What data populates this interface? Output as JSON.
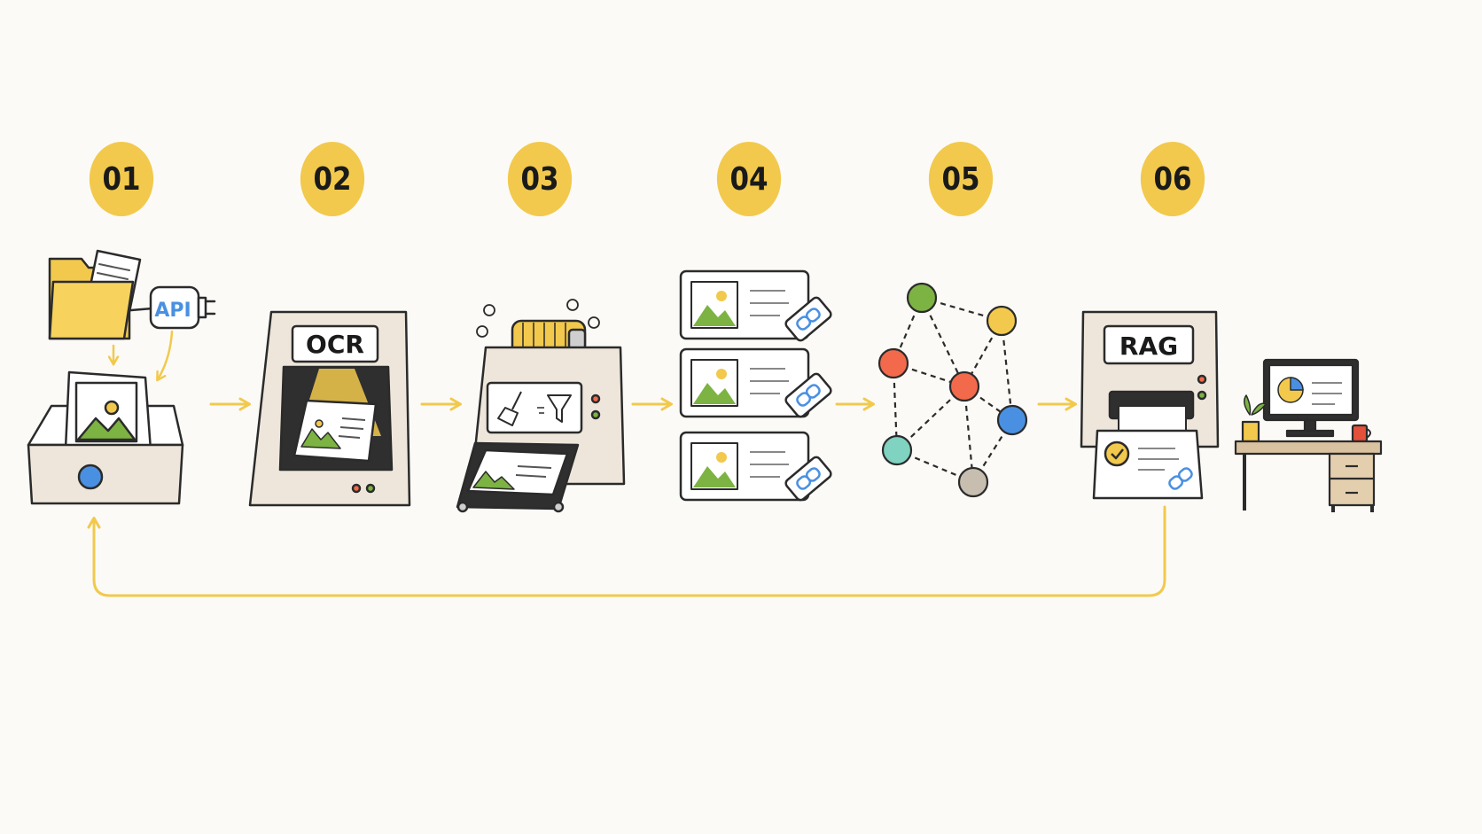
{
  "colors": {
    "accent": "#f2c94c",
    "machine": "#eee6da",
    "ink": "#2b2b2b",
    "blue": "#4a90e2",
    "green": "#7cb342",
    "red": "#f26a4b",
    "teal": "#7fd3c0",
    "gray": "#c8beb0",
    "mug": "#e4513b"
  },
  "steps": [
    {
      "number": "01",
      "icon": "folder-api-inbox-icon"
    },
    {
      "number": "02",
      "icon": "ocr-scanner-icon",
      "label": "OCR"
    },
    {
      "number": "03",
      "icon": "cleaning-machine-icon"
    },
    {
      "number": "04",
      "icon": "linked-chunk-cards-icon"
    },
    {
      "number": "05",
      "icon": "knowledge-graph-icon"
    },
    {
      "number": "06",
      "icon": "rag-printer-icon",
      "label": "RAG"
    }
  ],
  "source": {
    "api_label": "API"
  },
  "destination": {
    "icon": "desk-computer-icon"
  },
  "feedback": {
    "icon": "feedback-loop-arrow-icon"
  }
}
